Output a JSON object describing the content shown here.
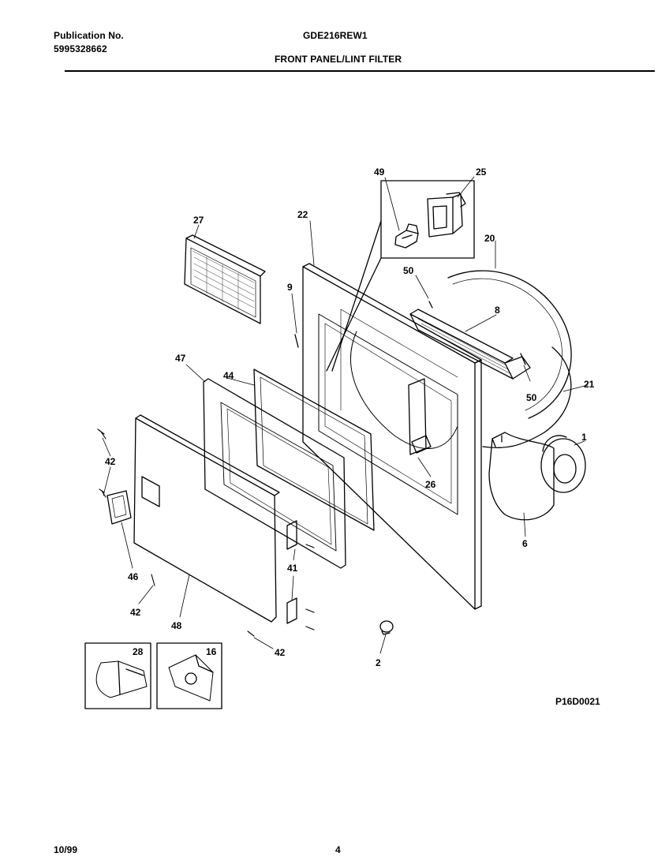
{
  "header": {
    "publication_label": "Publication No.",
    "publication_number": "5995328662",
    "model": "GDE216REW1",
    "section_title": "FRONT PANEL/LINT FILTER"
  },
  "diagram": {
    "part_labels": {
      "p1": "1",
      "p2": "2",
      "p6": "6",
      "p8": "8",
      "p9": "9",
      "p16": "16",
      "p20": "20",
      "p21": "21",
      "p22": "22",
      "p25": "25",
      "p26": "26",
      "p27": "27",
      "p28": "28",
      "p41": "41",
      "p42a": "42",
      "p42b": "42",
      "p42c": "42",
      "p44": "44",
      "p46": "46",
      "p47": "47",
      "p48": "48",
      "p49": "49",
      "p50a": "50",
      "p50b": "50"
    },
    "drawing_code": "P16D0021"
  },
  "footer": {
    "date": "10/99",
    "page_number": "4"
  }
}
